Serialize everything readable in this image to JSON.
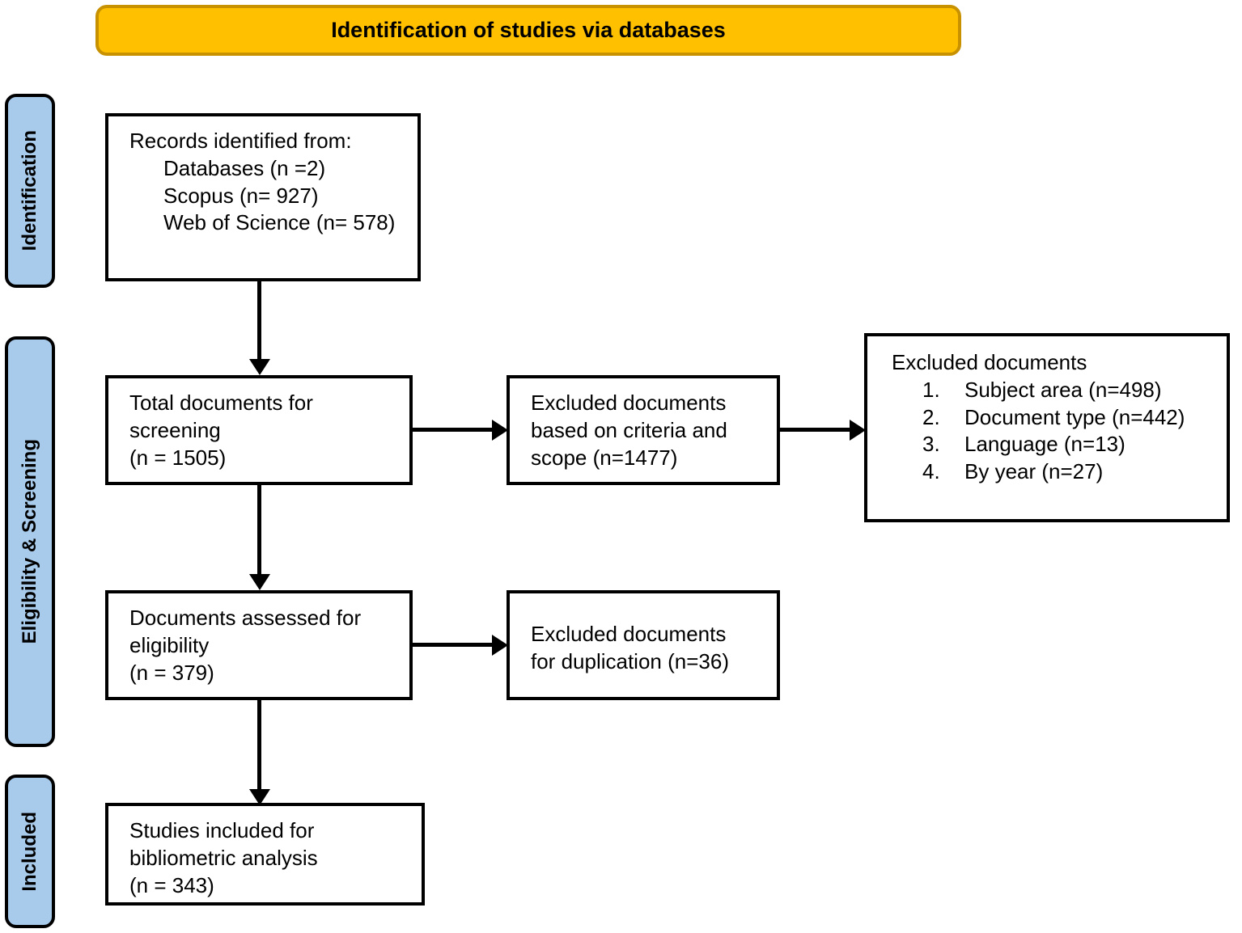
{
  "header": {
    "title": "Identification of studies via databases",
    "bg_color": "#FFC000",
    "border_color": "#C79100"
  },
  "stages": [
    {
      "label": "Identification"
    },
    {
      "label": "Eligibility & Screening"
    },
    {
      "label": "Included"
    }
  ],
  "stage_color": "#A8CBEC",
  "boxes": {
    "records_identified": {
      "line1": "Records identified from:",
      "line2": "Databases (n =2)",
      "line3": "Scopus (n= 927)",
      "line4": "Web of Science (n= 578)"
    },
    "total_screening": {
      "line1": "Total documents for",
      "line2": "screening",
      "line3": "(n = 1505)"
    },
    "excluded_criteria": {
      "line1": "Excluded documents",
      "line2": "based on criteria and",
      "line3": "scope (n=1477)"
    },
    "excluded_detail": {
      "title": "Excluded documents",
      "items": [
        {
          "num": "1.",
          "text": "Subject area (n=498)"
        },
        {
          "num": "2.",
          "text": "Document type (n=442)"
        },
        {
          "num": "3.",
          "text": "Language (n=13)"
        },
        {
          "num": "4.",
          "text": "By year (n=27)"
        }
      ]
    },
    "assessed_eligibility": {
      "line1": "Documents assessed for",
      "line2": "eligibility",
      "line3": "(n = 379)"
    },
    "excluded_duplication": {
      "line1": "Excluded documents",
      "line2": "for duplication (n=36)"
    },
    "studies_included": {
      "line1": "Studies included for",
      "line2": "bibliometric analysis",
      "line3": "(n = 343)"
    }
  },
  "chart_data": {
    "type": "diagram",
    "title": "Identification of studies via databases",
    "nodes": [
      {
        "id": "records_identified",
        "stage": "Identification",
        "label": "Records identified from: Databases (n =2); Scopus (n= 927); Web of Science (n= 578)",
        "n_databases": 2,
        "n_scopus": 927,
        "n_wos": 578
      },
      {
        "id": "total_screening",
        "stage": "Eligibility & Screening",
        "label": "Total documents for screening",
        "n": 1505
      },
      {
        "id": "excluded_criteria",
        "stage": "Eligibility & Screening",
        "label": "Excluded documents based on criteria and scope",
        "n": 1477
      },
      {
        "id": "excluded_detail",
        "stage": "Eligibility & Screening",
        "label": "Excluded documents",
        "breakdown": [
          {
            "reason": "Subject area",
            "n": 498
          },
          {
            "reason": "Document type",
            "n": 442
          },
          {
            "reason": "Language",
            "n": 13
          },
          {
            "reason": "By year",
            "n": 27
          }
        ]
      },
      {
        "id": "assessed_eligibility",
        "stage": "Eligibility & Screening",
        "label": "Documents assessed for eligibility",
        "n": 379
      },
      {
        "id": "excluded_duplication",
        "stage": "Eligibility & Screening",
        "label": "Excluded documents for duplication",
        "n": 36
      },
      {
        "id": "studies_included",
        "stage": "Included",
        "label": "Studies included for bibliometric analysis",
        "n": 343
      }
    ],
    "edges": [
      {
        "from": "records_identified",
        "to": "total_screening",
        "direction": "down"
      },
      {
        "from": "total_screening",
        "to": "excluded_criteria",
        "direction": "right"
      },
      {
        "from": "excluded_criteria",
        "to": "excluded_detail",
        "direction": "right"
      },
      {
        "from": "total_screening",
        "to": "assessed_eligibility",
        "direction": "down"
      },
      {
        "from": "assessed_eligibility",
        "to": "excluded_duplication",
        "direction": "right"
      },
      {
        "from": "assessed_eligibility",
        "to": "studies_included",
        "direction": "down"
      }
    ]
  }
}
